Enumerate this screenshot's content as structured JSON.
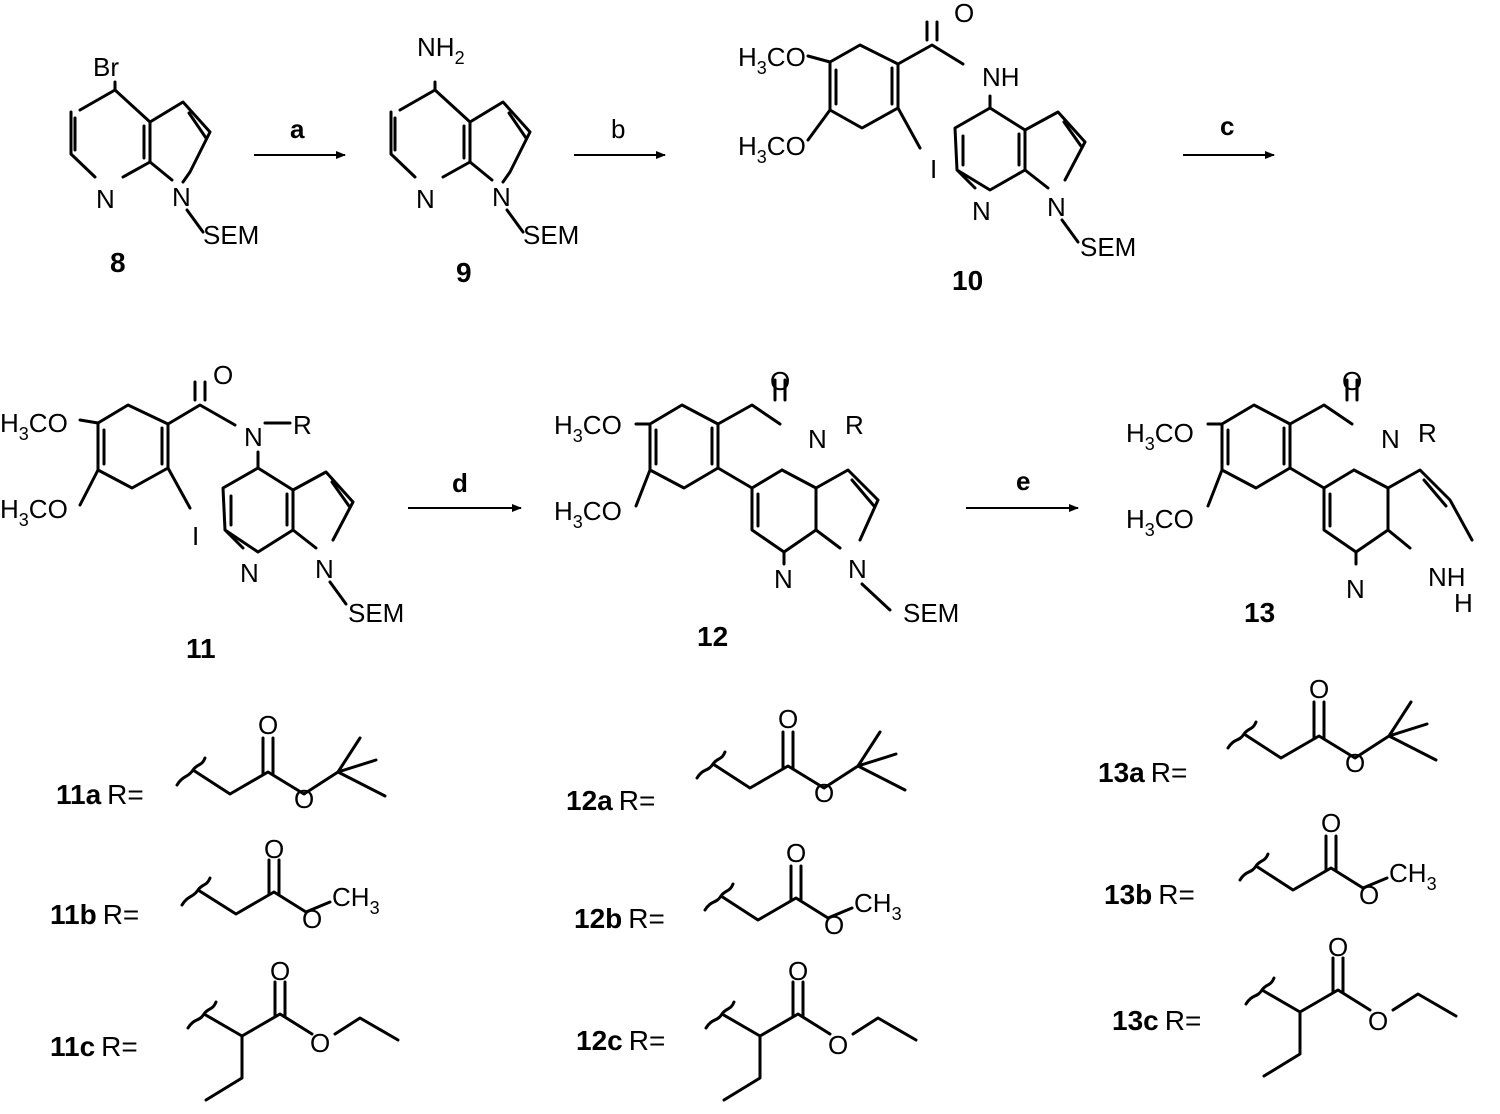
{
  "atoms": {
    "br": "Br",
    "n": "N",
    "sem": "SEM",
    "nh2": "NH",
    "nh": "NH",
    "h": "H",
    "o": "O",
    "i": "I",
    "r": "R",
    "h3co_h": "H",
    "h3co_3": "3",
    "h3co_co": "CO",
    "ch3": "CH",
    "sub2": "2",
    "sub3": "3"
  },
  "compounds": [
    {
      "id": "8",
      "label": "8"
    },
    {
      "id": "9",
      "label": "9"
    },
    {
      "id": "10",
      "label": "10"
    },
    {
      "id": "11",
      "label": "11"
    },
    {
      "id": "12",
      "label": "12"
    },
    {
      "id": "13",
      "label": "13"
    }
  ],
  "conditions": {
    "a": "a",
    "b": "b",
    "c": "c",
    "d": "d",
    "e": "e"
  },
  "substituents": [
    {
      "label": "11a",
      "req": "R="
    },
    {
      "label": "11b",
      "req": "R="
    },
    {
      "label": "11c",
      "req": "R="
    },
    {
      "label": "12a",
      "req": "R="
    },
    {
      "label": "12b",
      "req": "R="
    },
    {
      "label": "12c",
      "req": "R="
    },
    {
      "label": "13a",
      "req": "R="
    },
    {
      "label": "13b",
      "req": "R="
    },
    {
      "label": "13c",
      "req": "R="
    }
  ]
}
